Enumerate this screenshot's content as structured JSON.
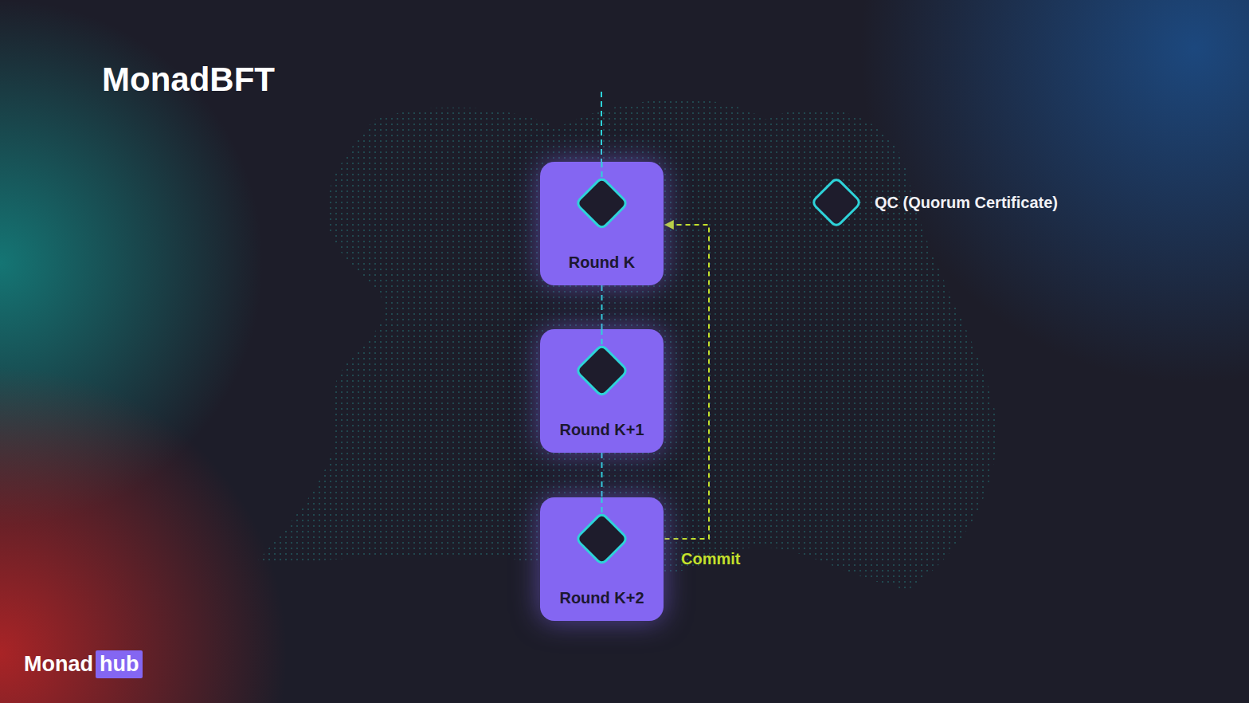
{
  "diagram": {
    "title": "MonadBFT",
    "nodes": [
      {
        "text": [
          "Round K"
        ]
      },
      {
        "text": [
          "Round K+1"
        ]
      },
      {
        "text": [
          "Round K+2"
        ]
      }
    ],
    "edges": [
      {
        "from": 0,
        "to": 1,
        "arrow": "none"
      },
      {
        "from": 1,
        "to": 2,
        "arrow": "none"
      },
      {
        "from": 2,
        "to": 0,
        "label": "Commit",
        "arrow": "to"
      }
    ],
    "labels": [
      "Monad",
      "hub"
    ],
    "legend": [
      {
        "text": "QC (Quorum Certificate)"
      }
    ]
  }
}
